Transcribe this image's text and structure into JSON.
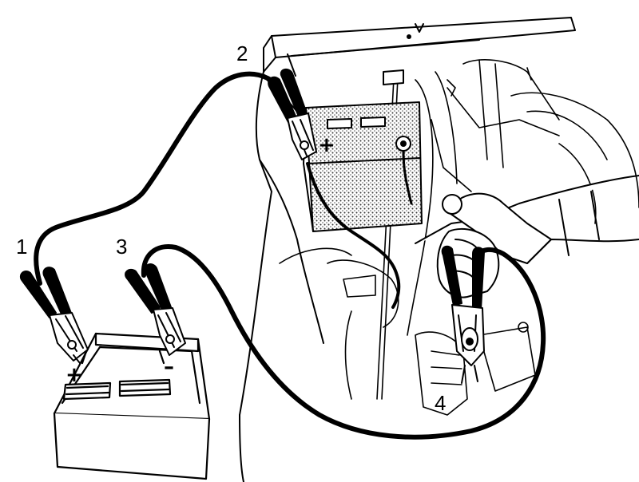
{
  "callouts": {
    "one": "1",
    "two": "2",
    "three": "3",
    "four": "4"
  },
  "battery": {
    "positive_sign": "+",
    "negative_sign": "–"
  },
  "colors": {
    "ink": "#000000",
    "background": "#ffffff",
    "stipple": "#9a9a9a"
  }
}
